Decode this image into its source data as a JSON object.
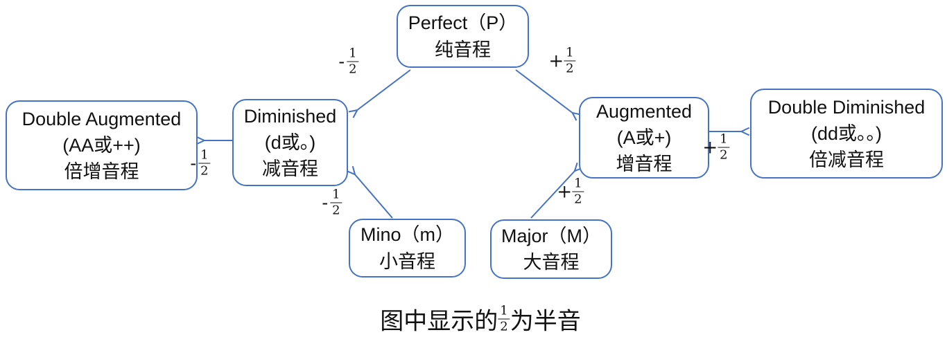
{
  "colors": {
    "accent": "#4472C4",
    "text": "#111111"
  },
  "nodes": {
    "perfect": {
      "line1": "Perfect（P）",
      "line2": "纯音程"
    },
    "double_augmented": {
      "line1": "Double Augmented",
      "line2": "(AA或++)",
      "line3": "倍增音程"
    },
    "diminished": {
      "line1": "Diminished",
      "line2": "(d或。)",
      "line3": "减音程"
    },
    "augmented": {
      "line1": "Augmented",
      "line2": "(A或+)",
      "line3": "增音程"
    },
    "double_diminished": {
      "line1": "Double Diminished",
      "line2": "(dd或。。)",
      "line3": "倍减音程"
    },
    "minor": {
      "line1": "Mino（m）",
      "line2": "小音程"
    },
    "major": {
      "line1": "Major（M）",
      "line2": "大音程"
    }
  },
  "edges": {
    "perfect_to_diminished": {
      "sign": "-",
      "numerator": "1",
      "denominator": "2"
    },
    "perfect_to_augmented": {
      "sign": "+",
      "numerator": "1",
      "denominator": "2"
    },
    "diminished_to_double_augmented": {
      "sign": "-",
      "numerator": "1",
      "denominator": "2"
    },
    "augmented_to_double_diminished": {
      "sign": "+",
      "numerator": "1",
      "denominator": "2"
    },
    "minor_to_diminished": {
      "sign": "-",
      "numerator": "1",
      "denominator": "2"
    },
    "major_to_augmented": {
      "sign": "+",
      "numerator": "1",
      "denominator": "2"
    }
  },
  "caption": {
    "prefix": "图中显示的",
    "numerator": "1",
    "denominator": "2",
    "suffix": "为半音"
  }
}
